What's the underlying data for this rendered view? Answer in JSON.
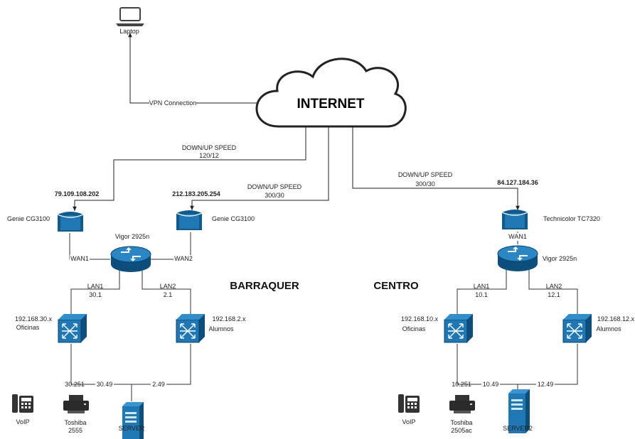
{
  "internet": "INTERNET",
  "laptop": "Laptop",
  "vpn": "VPN Connection",
  "speed": {
    "left_title": "DOWN/UP SPEED",
    "left_value": "120/12",
    "mid_title": "DOWN/UP SPEED",
    "mid_value": "300/30",
    "right_title": "DOWN/UP SPEED",
    "right_value": "300/30"
  },
  "ips": {
    "ip1": "79.109.108.202",
    "ip2": "212.183.205.254",
    "ip3": "84.127.184.36"
  },
  "barraquer": {
    "title": "BARRAQUER",
    "modem1": "Genie CG3100",
    "modem2": "Genie CG3100",
    "router": "Vigor 2925n",
    "wan1": "WAN1",
    "wan2": "WAN2",
    "lan1": "LAN1",
    "lan1_ip": "30.1",
    "lan2": "LAN2",
    "lan2_ip": "2.1",
    "sw1_net": "192.168.30.x",
    "sw1_name": "Oficinas",
    "sw2_net": "192.168.2.x",
    "sw2_name": "Alumnos",
    "link1": "30.49",
    "link2": "2.49",
    "printer_ip": "30.251",
    "printer_name1": "Toshiba",
    "printer_name2": "2555",
    "voip": "VoIP",
    "server": "SERVER"
  },
  "centro": {
    "title": "CENTRO",
    "modem": "Technicolor TC7320",
    "router": "Vigor 2925n",
    "wan1": "WAN1",
    "lan1": "LAN1",
    "lan1_ip": "10.1",
    "lan2": "LAN2",
    "lan2_ip": "12.1",
    "sw1_net": "192.168.10.x",
    "sw1_name": "Oficinas",
    "sw2_net": "192.168.12.x",
    "sw2_name": "Alumnos",
    "link1": "10.49",
    "link2": "12.49",
    "printer_ip": "10.251",
    "printer_name1": "Toshiba",
    "printer_name2": "2505ac",
    "voip": "VoIP",
    "server": "SERVER2"
  },
  "colors": {
    "device": "#0f5b8e",
    "device_dark": "#0a4166",
    "router": "#1a6aa0"
  }
}
